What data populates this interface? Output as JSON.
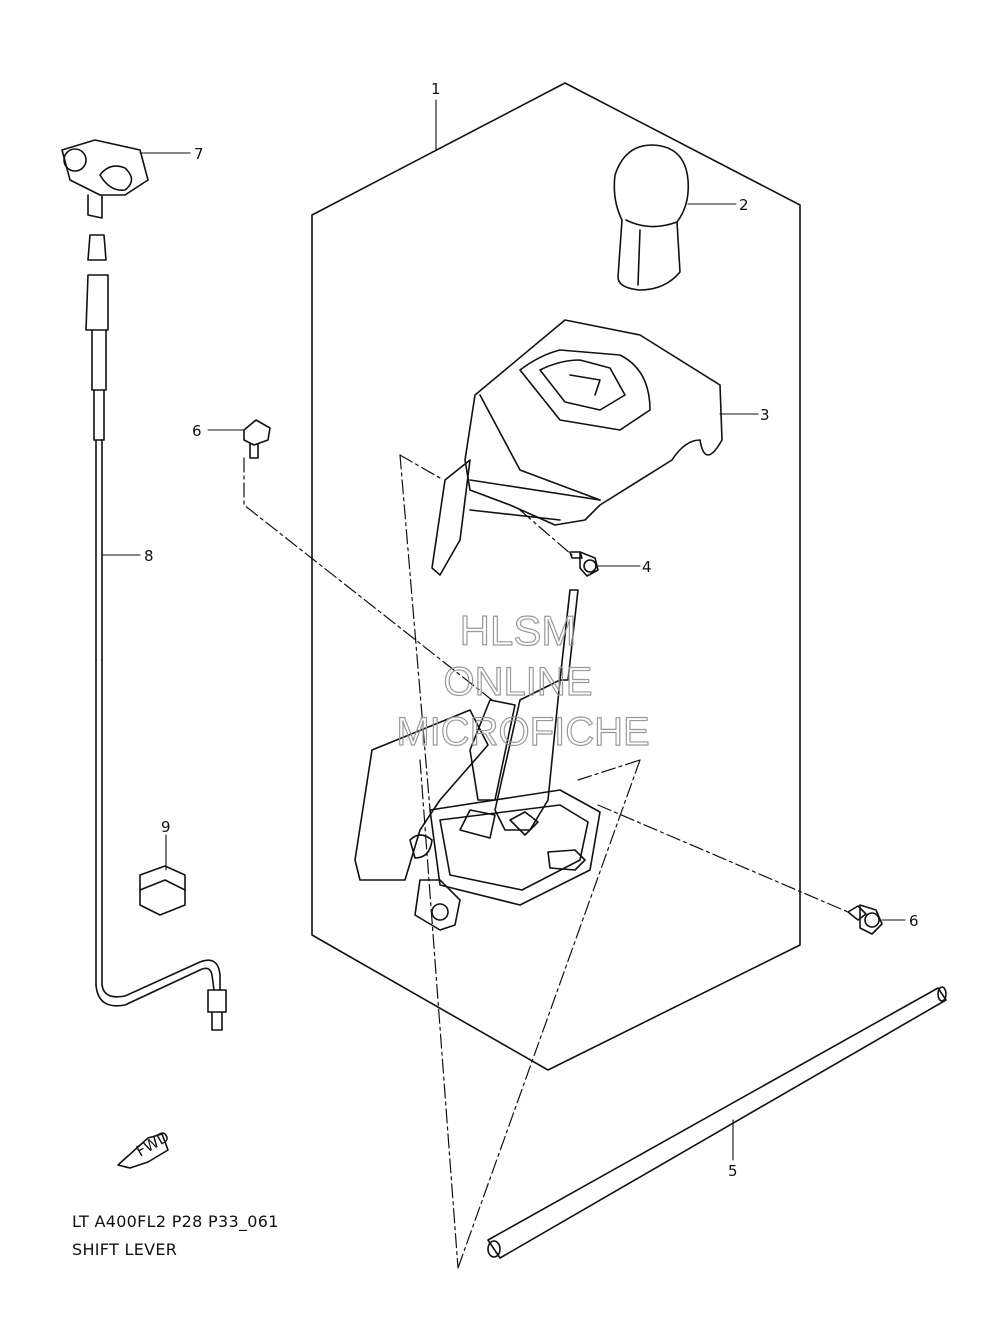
{
  "diagram": {
    "code": "LT A400FL2 P28 P33_061",
    "title": "SHIFT LEVER",
    "watermark": [
      "HLSM",
      "ONLINE",
      "MICROFICHE"
    ],
    "fwd_label": "FWD",
    "callouts": [
      "1",
      "2",
      "3",
      "4",
      "5",
      "6",
      "6",
      "7",
      "8",
      "9"
    ]
  }
}
